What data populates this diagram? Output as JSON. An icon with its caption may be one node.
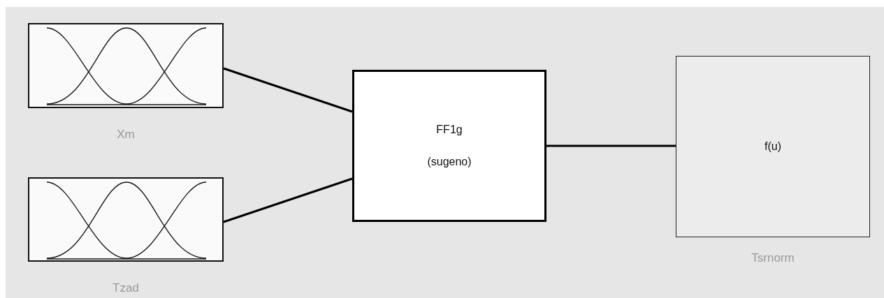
{
  "diagram": {
    "nodes": [
      {
        "text": [
          "Xm"
        ]
      },
      {
        "text": [
          "Tzad"
        ]
      },
      {
        "text": [
          "FF1g",
          "(sugeno)"
        ]
      },
      {
        "text": [
          "f(u)",
          "Tsrnorm"
        ]
      }
    ],
    "edges": [
      {
        "from": 0,
        "to": 2,
        "arrow": "none"
      },
      {
        "from": 1,
        "to": 2,
        "arrow": "none"
      },
      {
        "from": 2,
        "to": 3,
        "arrow": "none"
      }
    ]
  }
}
